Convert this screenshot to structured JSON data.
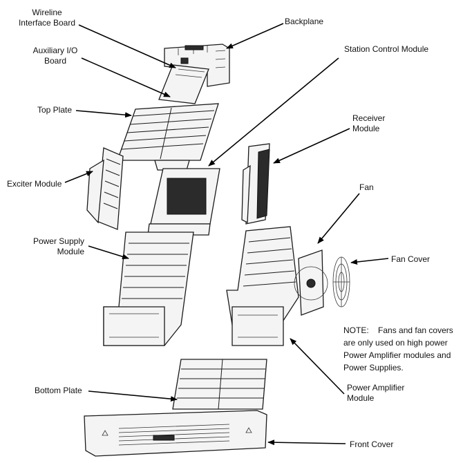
{
  "labels": {
    "wireline": [
      "Wireline",
      "Interface Board"
    ],
    "aux_io": [
      "Auxiliary I/O",
      "Board"
    ],
    "backplane": "Backplane",
    "station_control": "Station Control Module",
    "top_plate": "Top Plate",
    "receiver": [
      "Receiver",
      "Module"
    ],
    "exciter": "Exciter Module",
    "fan": "Fan",
    "power_supply": [
      "Power Supply",
      "Module"
    ],
    "fan_cover": "Fan Cover",
    "bottom_plate": "Bottom Plate",
    "power_amplifier": [
      "Power Amplifier",
      "Module"
    ],
    "front_cover": "Front Cover"
  },
  "note": {
    "prefix": "NOTE:",
    "text": "Fans and fan covers are only used on high power Power Amplifier modules and Power Supplies."
  }
}
